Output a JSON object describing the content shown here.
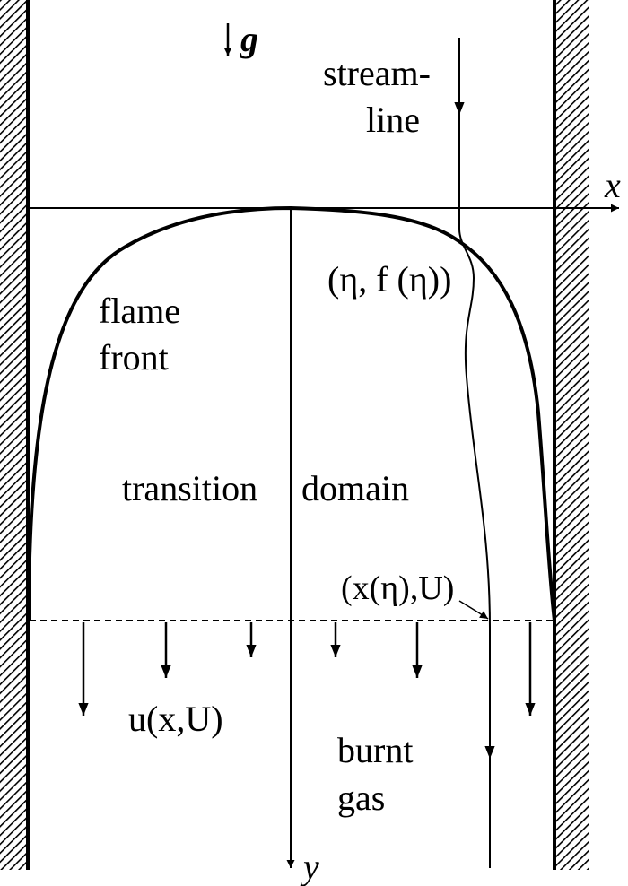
{
  "labels": {
    "gravity": "g",
    "streamline_line1": "stream-",
    "streamline_line2": "line",
    "x_axis": "x",
    "y_axis": "y",
    "front_point": "(η, f (η))",
    "flame_front_line1": "flame",
    "flame_front_line2": "front",
    "transition": "transition",
    "domain": "domain",
    "exit_point": "(x(η),U)",
    "velocity": "u(x,U)",
    "burnt_line1": "burnt",
    "burnt_line2": "gas"
  },
  "colors": {
    "ink": "#000000",
    "background": "#ffffff"
  }
}
